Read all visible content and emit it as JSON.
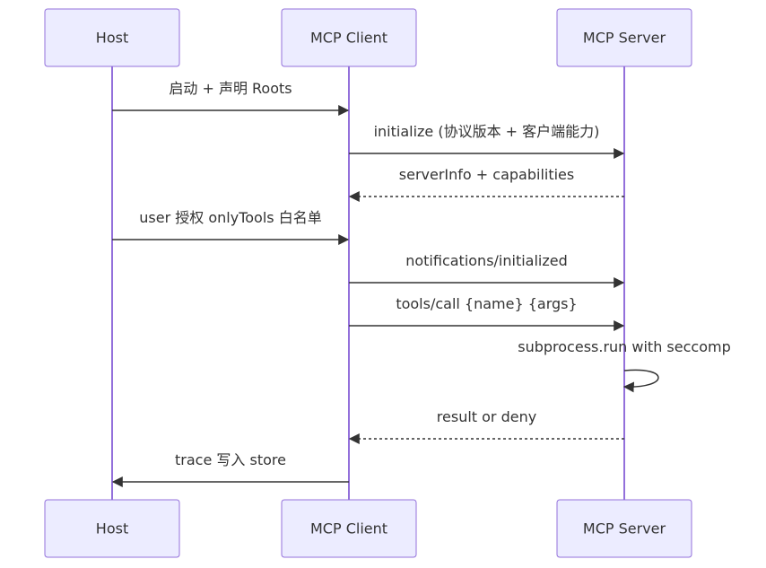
{
  "actors": [
    {
      "id": "host",
      "label": "Host"
    },
    {
      "id": "client",
      "label": "MCP Client"
    },
    {
      "id": "server",
      "label": "MCP Server"
    }
  ],
  "messages": [
    {
      "from": "host",
      "to": "client",
      "label": "启动 + 声明 Roots",
      "style": "solid"
    },
    {
      "from": "client",
      "to": "server",
      "label": "initialize (协议版本 + 客户端能力)",
      "style": "solid"
    },
    {
      "from": "server",
      "to": "client",
      "label": "serverInfo + capabilities",
      "style": "dotted"
    },
    {
      "from": "host",
      "to": "client",
      "label": "user 授权 onlyTools 白名单",
      "style": "solid"
    },
    {
      "from": "client",
      "to": "server",
      "label": "notifications/initialized",
      "style": "solid"
    },
    {
      "from": "client",
      "to": "server",
      "label": "tools/call {name} {args}",
      "style": "solid"
    },
    {
      "from": "server",
      "to": "server",
      "label": "subprocess.run with seccomp",
      "style": "solid"
    },
    {
      "from": "server",
      "to": "client",
      "label": "result or deny",
      "style": "dotted"
    },
    {
      "from": "client",
      "to": "host",
      "label": "trace 写入 store",
      "style": "solid"
    }
  ],
  "colors": {
    "actor_fill": "#ececff",
    "actor_border": "#9370db",
    "lifeline": "#9370db",
    "text": "#333333"
  }
}
